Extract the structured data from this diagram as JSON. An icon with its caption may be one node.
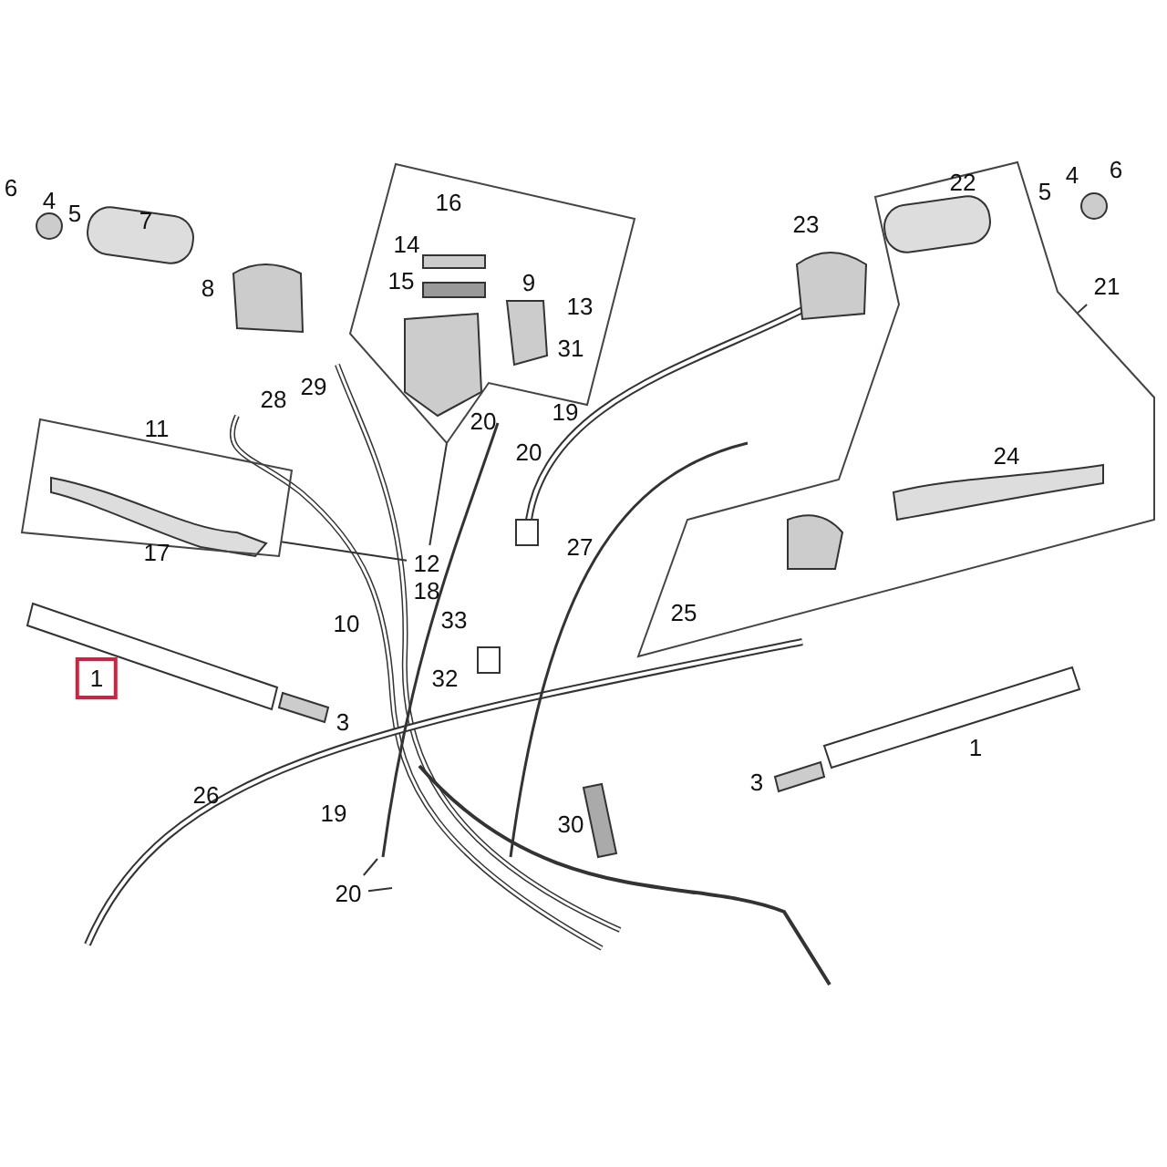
{
  "diagram": {
    "nodes": [
      {
        "text": [],
        "shape": "box"
      },
      {
        "text": [],
        "shape": "box"
      },
      {
        "text": [
          "21"
        ]
      },
      {
        "text": [],
        "shape": "box"
      },
      {
        "text": [
          "12"
        ]
      },
      {
        "text": [
          "1"
        ]
      },
      {
        "text": [
          "20"
        ]
      }
    ],
    "edges": [
      {
        "from": 4,
        "to": 3,
        "arrow": "none"
      },
      {
        "from": 4,
        "to": 0,
        "arrow": "none"
      },
      {
        "from": 2,
        "to": 1,
        "arrow": "none"
      },
      {
        "from": 6,
        "to": null,
        "arrow": "none"
      },
      {
        "from": 6,
        "to": null,
        "arrow": "none"
      }
    ],
    "labels": [
      "6",
      "4",
      "5",
      "7",
      "16",
      "22",
      "5",
      "4",
      "6",
      "23",
      "14",
      "8",
      "15",
      "9",
      "13",
      "31",
      "11",
      "28",
      "29",
      "20",
      "20",
      "19",
      "24",
      "17",
      "27",
      "10",
      "18",
      "33",
      "25",
      "32",
      "3",
      "1",
      "3",
      "26",
      "19",
      "30"
    ]
  }
}
